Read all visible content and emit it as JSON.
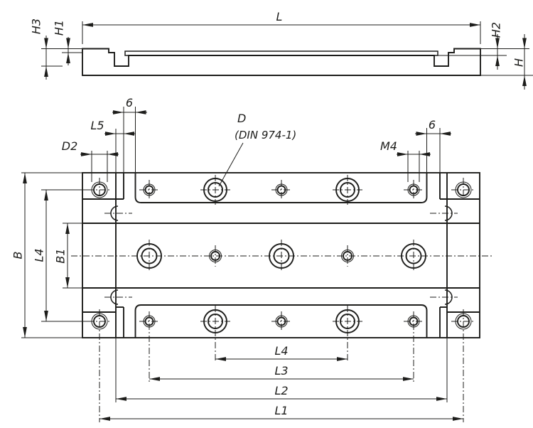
{
  "side_view": {
    "length": "L",
    "h3": "H3",
    "h1": "H1",
    "h2": "H2",
    "h": "H"
  },
  "plan_view": {
    "width": "B",
    "hole_row_spacing": "L4",
    "band_width": "B1",
    "edge_offset_left": "6",
    "edge_offset_right": "6",
    "step_offset": "L5",
    "corner_hole_dia": "D2",
    "thread_size": "M4",
    "counterbore_label": "D",
    "counterbore_standard": "(DIN 974-1)",
    "l4": "L4",
    "l3": "L3",
    "l2": "L2",
    "l1": "L1"
  },
  "colors": {
    "line": "#1d1d1b",
    "background": "#ffffff"
  }
}
